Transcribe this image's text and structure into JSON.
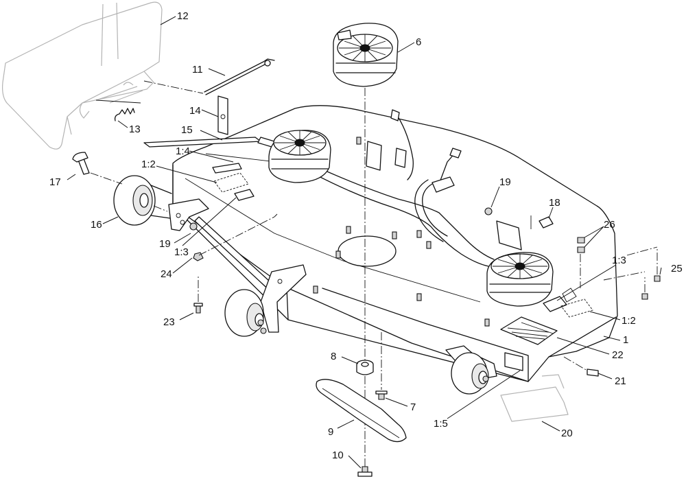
{
  "callouts": [
    {
      "id": "c1",
      "text": "1"
    },
    {
      "id": "c2",
      "text": "1:2"
    },
    {
      "id": "c3",
      "text": "1:2"
    },
    {
      "id": "c4",
      "text": "1:3"
    },
    {
      "id": "c5",
      "text": "1:3"
    },
    {
      "id": "c6",
      "text": "1:4"
    },
    {
      "id": "c7",
      "text": "1:5"
    },
    {
      "id": "c8",
      "text": "6"
    },
    {
      "id": "c9",
      "text": "7"
    },
    {
      "id": "c10",
      "text": "8"
    },
    {
      "id": "c11",
      "text": "9"
    },
    {
      "id": "c12",
      "text": "10"
    },
    {
      "id": "c13",
      "text": "11"
    },
    {
      "id": "c14",
      "text": "12"
    },
    {
      "id": "c15",
      "text": "13"
    },
    {
      "id": "c16",
      "text": "14"
    },
    {
      "id": "c17",
      "text": "15"
    },
    {
      "id": "c18",
      "text": "16"
    },
    {
      "id": "c19",
      "text": "17"
    },
    {
      "id": "c20",
      "text": "18"
    },
    {
      "id": "c21",
      "text": "19"
    },
    {
      "id": "c22",
      "text": "19"
    },
    {
      "id": "c23",
      "text": "20"
    },
    {
      "id": "c24",
      "text": "21"
    },
    {
      "id": "c25",
      "text": "22"
    },
    {
      "id": "c26",
      "text": "23"
    },
    {
      "id": "c27",
      "text": "24"
    },
    {
      "id": "c28",
      "text": "25"
    },
    {
      "id": "c29",
      "text": "26"
    }
  ]
}
